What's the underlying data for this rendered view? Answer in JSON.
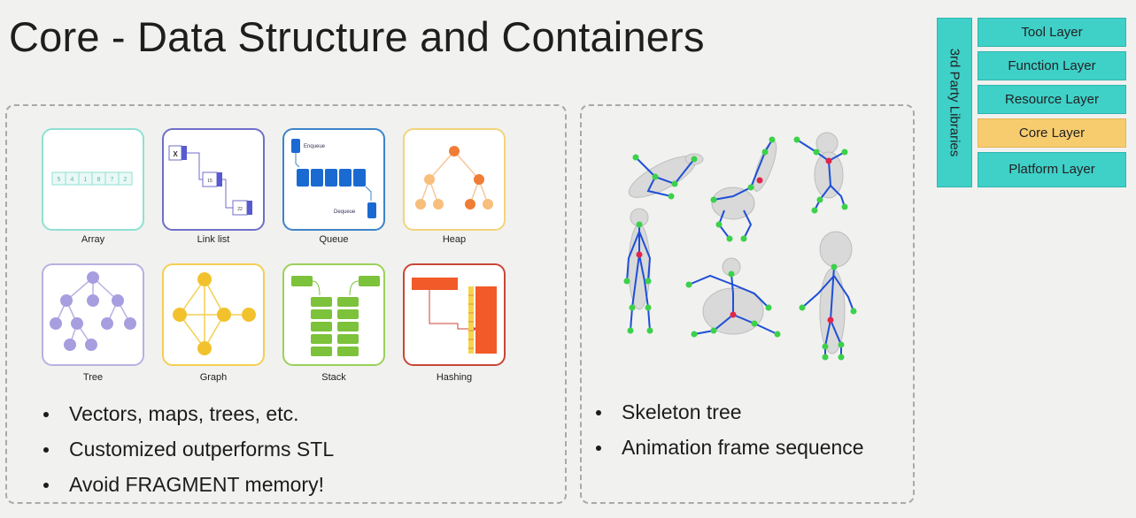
{
  "title": "Core - Data Structure and Containers",
  "data_structures": [
    {
      "label": "Array",
      "color": "#8fe0d2"
    },
    {
      "label": "Link list",
      "color": "#6f6fc9"
    },
    {
      "label": "Queue",
      "color": "#3d84c9"
    },
    {
      "label": "Heap",
      "color": "#f3d37c"
    },
    {
      "label": "Tree",
      "color": "#b8b2e0"
    },
    {
      "label": "Graph",
      "color": "#f3cf52"
    },
    {
      "label": "Stack",
      "color": "#9ad05a"
    },
    {
      "label": "Hashing",
      "color": "#c94636"
    }
  ],
  "array_cells": [
    "5",
    "4",
    "1",
    "8",
    "7",
    "2"
  ],
  "linklist_nodes": [
    "X",
    "15",
    "22"
  ],
  "queue_labels": {
    "enqueue": "Enqueue",
    "dequeue": "Dequeue"
  },
  "left_bullets": [
    "Vectors, maps, trees, etc.",
    "Customized outperforms STL",
    "Avoid FRAGMENT memory!"
  ],
  "right_bullets": [
    "Skeleton tree",
    "Animation frame sequence"
  ],
  "layers": {
    "vertical_label": "3rd Party Libraries",
    "items": [
      {
        "label": "Tool Layer",
        "active": false
      },
      {
        "label": "Function Layer",
        "active": false
      },
      {
        "label": "Resource Layer",
        "active": false
      },
      {
        "label": "Core Layer",
        "active": true
      },
      {
        "label": "Platform Layer",
        "active": false
      }
    ]
  }
}
